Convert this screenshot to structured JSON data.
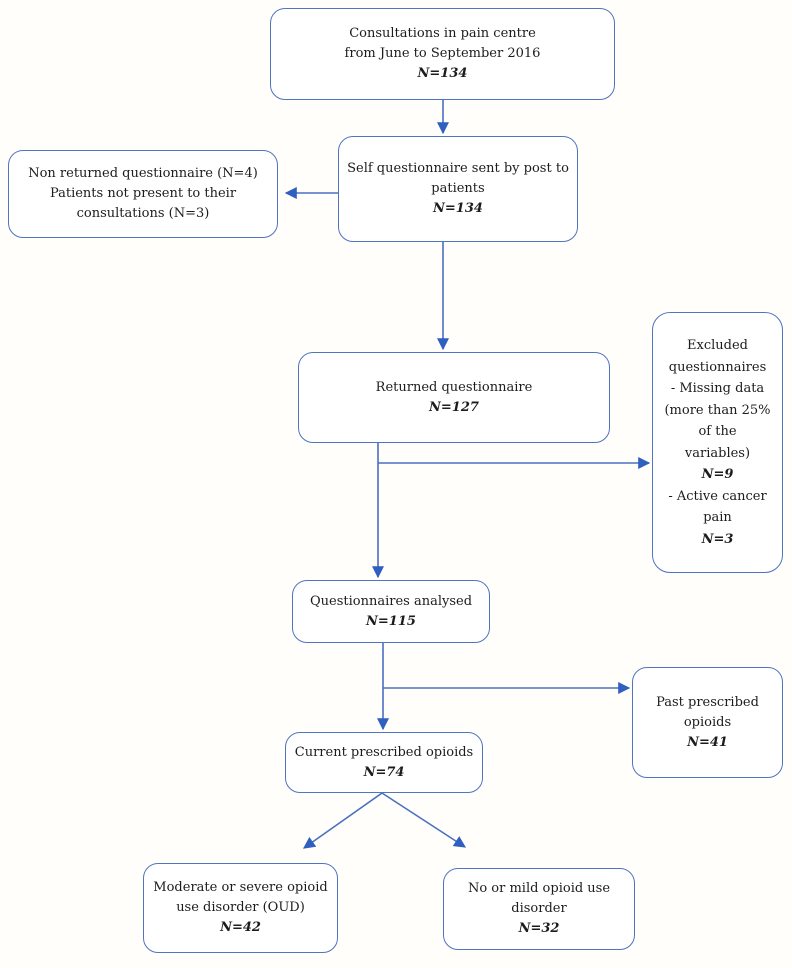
{
  "figure": {
    "type": "flowchart",
    "description": "Patient flow diagram, pain centre questionnaire study",
    "colors": {
      "box_border": "#4f74c0",
      "arrow": "#4a70c2",
      "arrowhead": "#2f5fc0",
      "text": "#1c1c1c",
      "background": "#fffefb"
    },
    "nodes": {
      "consultations": {
        "lines": [
          "Consultations in pain centre",
          "from June to September 2016",
          "N=134"
        ]
      },
      "sent": {
        "lines": [
          "Self questionnaire sent by post to",
          "patients",
          "N=134"
        ]
      },
      "non_returned": {
        "lines": [
          "Non returned questionnaire (N=4)",
          "Patients not present to their",
          "consultations (N=3)"
        ]
      },
      "returned": {
        "lines": [
          "Returned questionnaire",
          "N=127"
        ]
      },
      "excluded": {
        "lines": [
          "Excluded",
          "questionnaires",
          "- Missing data",
          "(more than 25%",
          "of the",
          "variables)",
          "N=9",
          "- Active cancer",
          "pain",
          "N=3"
        ]
      },
      "analysed": {
        "lines": [
          "Questionnaires analysed",
          "N=115"
        ]
      },
      "past": {
        "lines": [
          "Past prescribed",
          "opioids",
          "N=41"
        ]
      },
      "current": {
        "lines": [
          "Current prescribed opioids",
          "N=74"
        ]
      },
      "oud": {
        "lines": [
          "Moderate or severe opioid",
          "use disorder (OUD)",
          "N=42"
        ]
      },
      "mild": {
        "lines": [
          "No or mild opioid use",
          "disorder",
          "N=32"
        ]
      }
    },
    "edges": [
      {
        "from": "consultations",
        "to": "sent"
      },
      {
        "from": "sent",
        "to": "non_returned"
      },
      {
        "from": "sent",
        "to": "returned"
      },
      {
        "from": "returned",
        "to": "excluded"
      },
      {
        "from": "returned",
        "to": "analysed"
      },
      {
        "from": "analysed",
        "to": "past"
      },
      {
        "from": "analysed",
        "to": "current"
      },
      {
        "from": "current",
        "to": "oud"
      },
      {
        "from": "current",
        "to": "mild"
      }
    ]
  }
}
